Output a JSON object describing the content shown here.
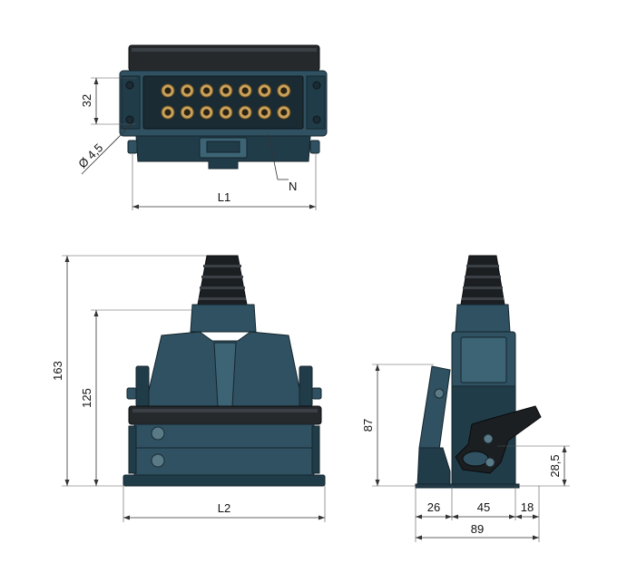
{
  "top_view": {
    "dim_height": "32",
    "dim_hole": "Ø 4,5",
    "label_contacts": "N",
    "dim_length": "L1",
    "pins_row1": 7,
    "pins_row2": 7
  },
  "front_view": {
    "dim_total_height": "163",
    "dim_housing_height": "125",
    "dim_length": "L2"
  },
  "side_view": {
    "dim_lever_height": "87",
    "dim_pivot_height": "28,5",
    "dim_lever_width": "26",
    "dim_body_width": "45",
    "dim_offset": "18",
    "dim_total_width": "89"
  },
  "colors": {
    "housing": "#2f5161",
    "cable": "#1b1f22",
    "contacts": "#c9a15a",
    "lines": "#333333"
  }
}
